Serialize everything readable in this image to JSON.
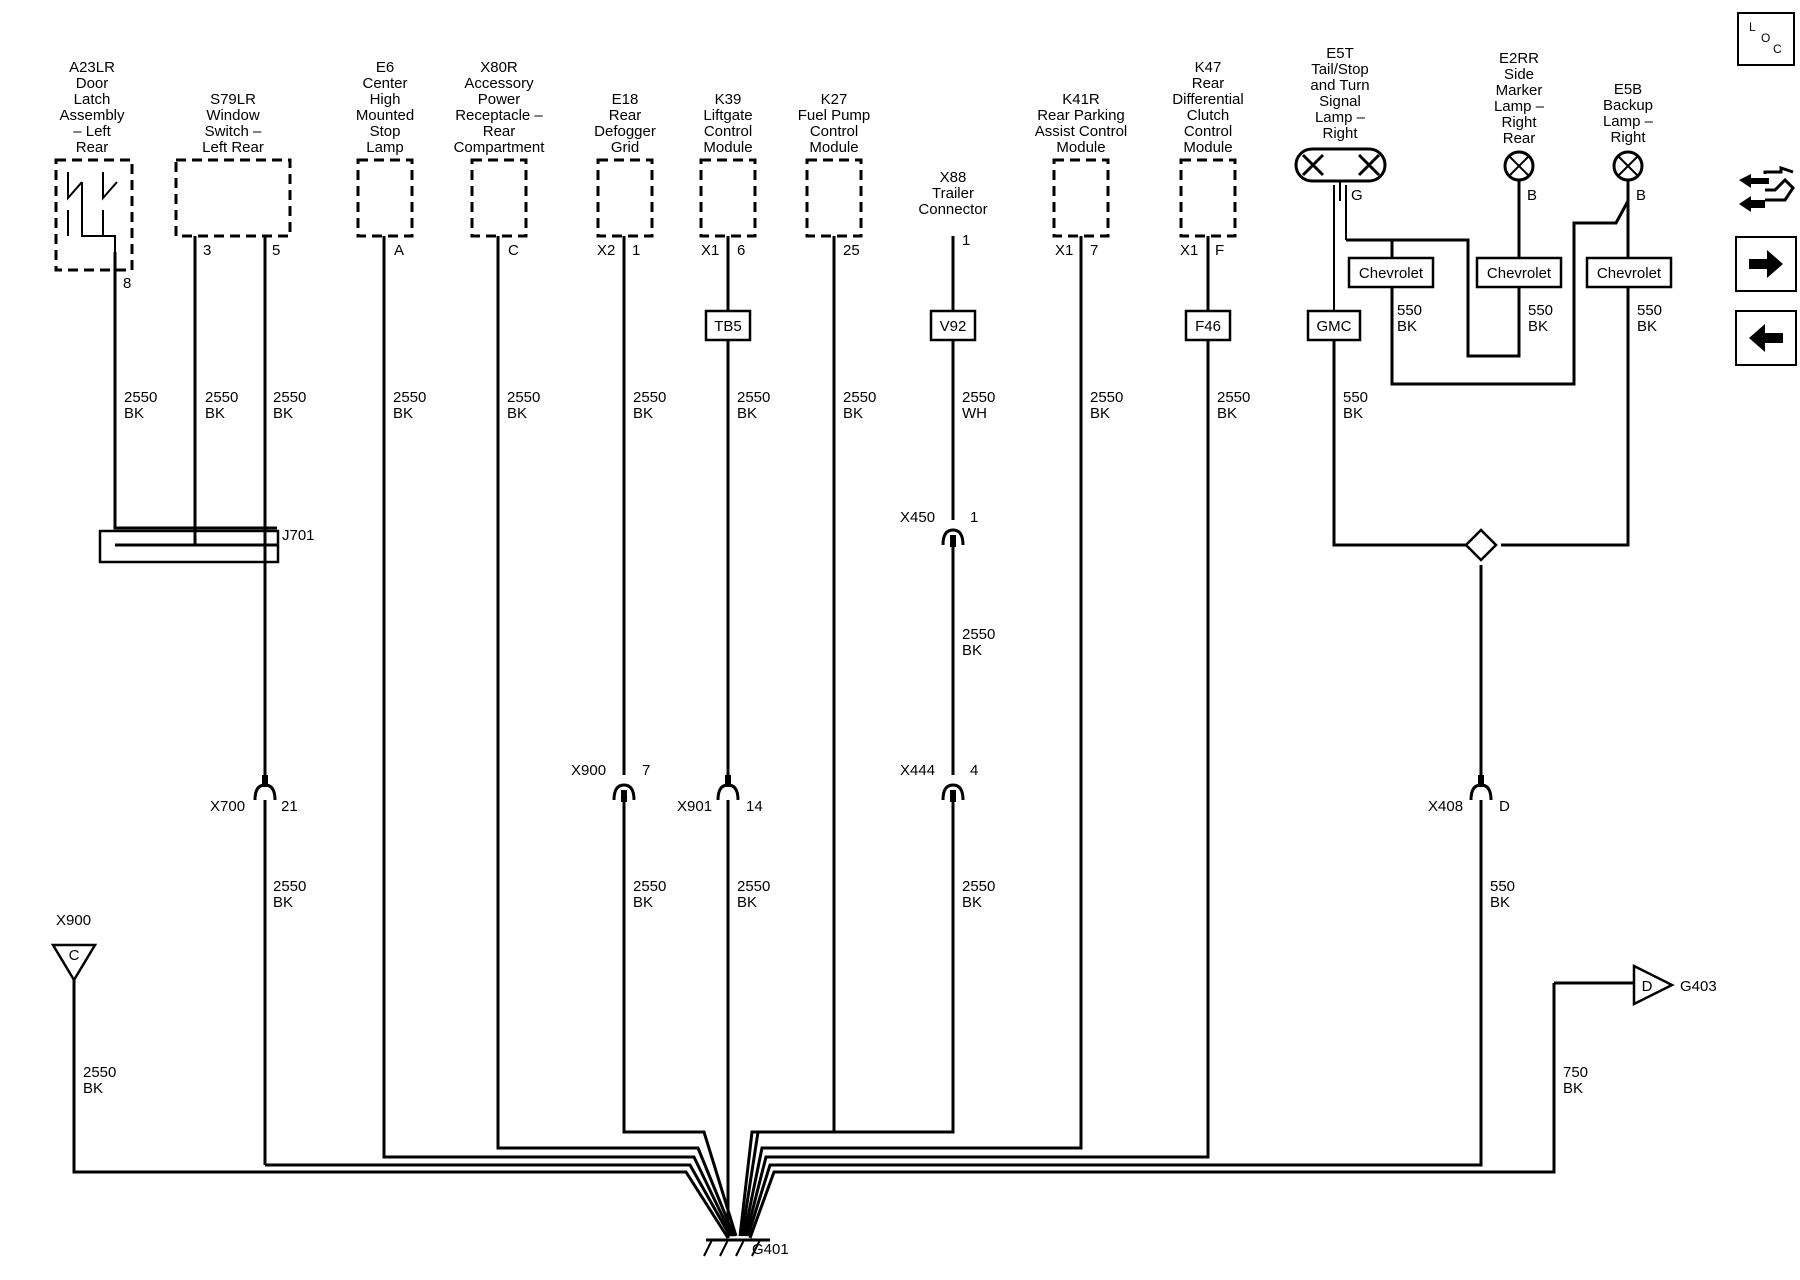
{
  "components": {
    "a23lr": {
      "id": "A23LR",
      "lines": [
        "Door",
        "Latch",
        "Assembly",
        "– Left",
        "Rear"
      ],
      "pin": "8"
    },
    "s79lr": {
      "id": "S79LR",
      "lines": [
        "Window",
        "Switch –",
        "Left Rear"
      ],
      "pins": [
        "3",
        "5"
      ]
    },
    "e6": {
      "id": "E6",
      "lines": [
        "Center",
        "High",
        "Mounted",
        "Stop",
        "Lamp"
      ],
      "pin": "A"
    },
    "x80r": {
      "id": "X80R",
      "lines": [
        "Accessory",
        "Power",
        "Receptacle –",
        "Rear",
        "Compartment"
      ],
      "pin": "C"
    },
    "e18": {
      "id": "E18",
      "lines": [
        "Rear",
        "Defogger",
        "Grid"
      ],
      "conn": "X2",
      "pin": "1"
    },
    "k39": {
      "id": "K39",
      "lines": [
        "Liftgate",
        "Control",
        "Module"
      ],
      "conn": "X1",
      "pin": "6"
    },
    "k27": {
      "id": "K27",
      "lines": [
        "Fuel Pump",
        "Control",
        "Module"
      ],
      "pin": "25"
    },
    "x88": {
      "id": "X88",
      "lines": [
        "Trailer",
        "Connector"
      ],
      "pin": "1"
    },
    "k41r": {
      "id": "K41R",
      "lines": [
        "Rear Parking",
        "Assist Control",
        "Module"
      ],
      "conn": "X1",
      "pin": "7"
    },
    "k47": {
      "id": "K47",
      "lines": [
        "Rear",
        "Differential",
        "Clutch",
        "Control",
        "Module"
      ],
      "conn": "X1",
      "pin": "F"
    },
    "e5t": {
      "id": "E5T",
      "lines": [
        "Tail/Stop",
        "and Turn",
        "Signal",
        "Lamp –",
        "Right"
      ],
      "pin": "G"
    },
    "e2rr": {
      "id": "E2RR",
      "lines": [
        "Side",
        "Marker",
        "Lamp –",
        "Right",
        "Rear"
      ],
      "pin": "B"
    },
    "e5b": {
      "id": "E5B",
      "lines": [
        "Backup",
        "Lamp –",
        "Right"
      ],
      "pin": "B"
    }
  },
  "options": {
    "tb5": "TB5",
    "v92": "V92",
    "f46": "F46",
    "gmc": "GMC",
    "chevrolet": "Chevrolet"
  },
  "wires": {
    "bk2550": {
      "circuit": "2550",
      "color": "BK"
    },
    "wh2550": {
      "circuit": "2550",
      "color": "WH"
    },
    "bk550": {
      "circuit": "550",
      "color": "BK"
    },
    "bk750": {
      "circuit": "750",
      "color": "BK"
    }
  },
  "splice": {
    "j701": "J701"
  },
  "connectors": {
    "x700": {
      "name": "X700",
      "pin": "21"
    },
    "x900": {
      "name": "X900",
      "pin": "7"
    },
    "x901": {
      "name": "X901",
      "pin": "14"
    },
    "x450": {
      "name": "X450",
      "pin": "1"
    },
    "x444": {
      "name": "X444",
      "pin": "4"
    },
    "x408": {
      "name": "X408",
      "pin": "D"
    },
    "x900c": {
      "name": "X900",
      "pin": "C"
    }
  },
  "grounds": {
    "g401": "G401",
    "g403": {
      "name": "G403",
      "pin": "D"
    }
  },
  "nav": {
    "loc_label": [
      "L",
      "O",
      "C"
    ],
    "icons": [
      "component-locator-icon",
      "wiring-harness-icon",
      "next-page-arrow-icon",
      "previous-page-arrow-icon"
    ]
  }
}
